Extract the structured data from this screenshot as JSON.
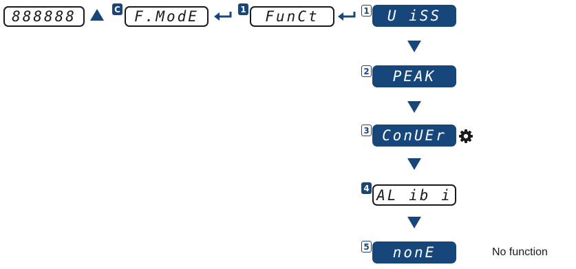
{
  "top_row": {
    "display_all": "888888",
    "c_badge": "C",
    "fmode": "F.ModE",
    "step1_badge": "1",
    "funct": "FunCt"
  },
  "options": [
    {
      "badge": "1",
      "label": "U iSS",
      "badge_style": "outline"
    },
    {
      "badge": "2",
      "label": "PEAK",
      "badge_style": "outline"
    },
    {
      "badge": "3",
      "label": "ConUEr",
      "badge_style": "outline"
    },
    {
      "badge": "4",
      "label": "AL ib i",
      "badge_style": "filled"
    },
    {
      "badge": "5",
      "label": "nonE",
      "badge_style": "outline"
    }
  ],
  "note": "No function",
  "colors": {
    "accent": "#16467a",
    "text": "#1a1a1a"
  },
  "icons": {
    "up": "triangle-up-icon",
    "down": "triangle-down-icon",
    "enter": "enter-arrow-icon",
    "config": "gear-icon"
  }
}
